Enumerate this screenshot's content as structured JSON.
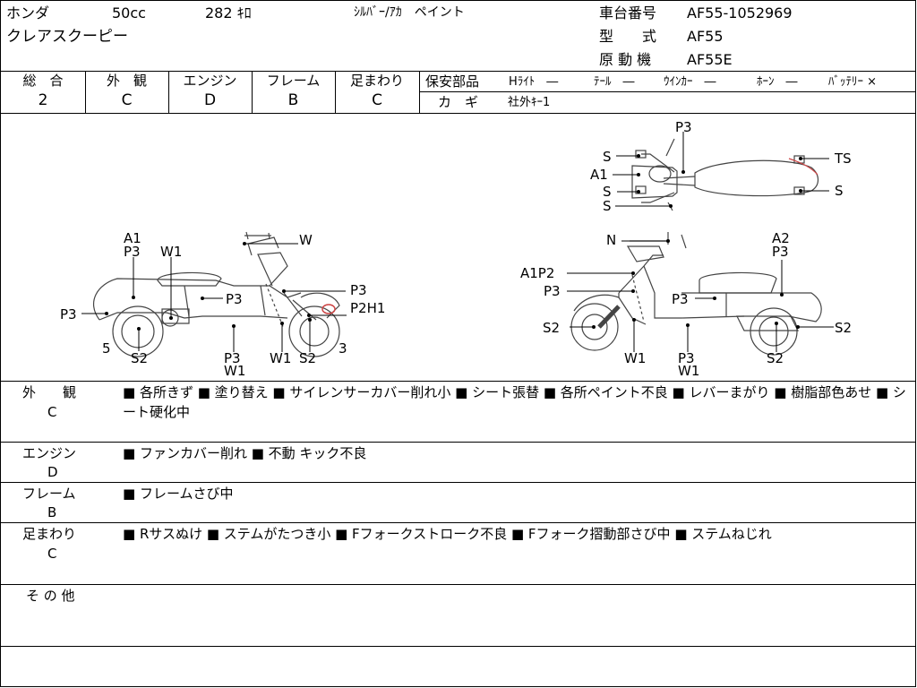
{
  "header": {
    "maker": "ホンダ",
    "displacement": "50cc",
    "mileage": "282 ｷﾛ",
    "color": "ｼﾙﾊﾞｰ/ｱｶ　ペイント",
    "model_name": "クレアスクーピー",
    "frame_no_label": "車台番号",
    "frame_no": "AF55-1052969",
    "model_code_label": "型　　式",
    "model_code": "AF55",
    "engine_model_label": "原 動 機",
    "engine_model": "AF55E"
  },
  "scores": {
    "overall": {
      "label": "総　合",
      "value": "2"
    },
    "exterior": {
      "label": "外　観",
      "value": "C"
    },
    "engine": {
      "label": "エンジン",
      "value": "D"
    },
    "frame": {
      "label": "フレーム",
      "value": "B"
    },
    "suspension": {
      "label": "足まわり",
      "value": "C"
    }
  },
  "safety": {
    "label": "保安部品",
    "headlight": "Hﾗｲﾄ　―",
    "taillight": "ﾃｰﾙ　―",
    "winker": "ｳｲﾝｶｰ　―",
    "horn": "ﾎｰﾝ　―",
    "battery": "ﾊﾞｯﾃﾘｰ ×",
    "key_label": "カ　ギ",
    "key_value": "社外ｷｰ1"
  },
  "diagram": {
    "top_labels": [
      "P3",
      "S",
      "A1",
      "S",
      "S",
      "TS",
      "S"
    ],
    "left_labels": [
      "A1",
      "P3",
      "W1",
      "W",
      "P3",
      "P3",
      "P2H1",
      "P3",
      "5",
      "S2",
      "P3",
      "W1",
      "W1",
      "S2",
      "3"
    ],
    "right_labels": [
      "N",
      "A2",
      "P3",
      "A1P2",
      "P3",
      "P3",
      "S2",
      "S2",
      "W1",
      "P3",
      "W1",
      "S2"
    ]
  },
  "notes": {
    "exterior": {
      "label": "外　　観",
      "grade": "C",
      "text": "■ 各所きず ■ 塗り替え ■ サイレンサーカバー削れ小 ■ シート張替 ■ 各所ペイント不良 ■ レバーまがり ■ 樹脂部色あせ ■ シート硬化中"
    },
    "engine": {
      "label": "エンジン",
      "grade": "D",
      "text": "■ ファンカバー削れ ■ 不動 キック不良"
    },
    "frame": {
      "label": "フレーム",
      "grade": "B",
      "text": "■ フレームさび中"
    },
    "suspension": {
      "label": "足まわり",
      "grade": "C",
      "text": "■ Rサスぬけ ■ ステムがたつき小 ■ Fフォークストローク不良 ■ Fフォーク摺動部さび中 ■ ステムねじれ"
    },
    "other": {
      "label": "そ の 他",
      "text": ""
    }
  }
}
